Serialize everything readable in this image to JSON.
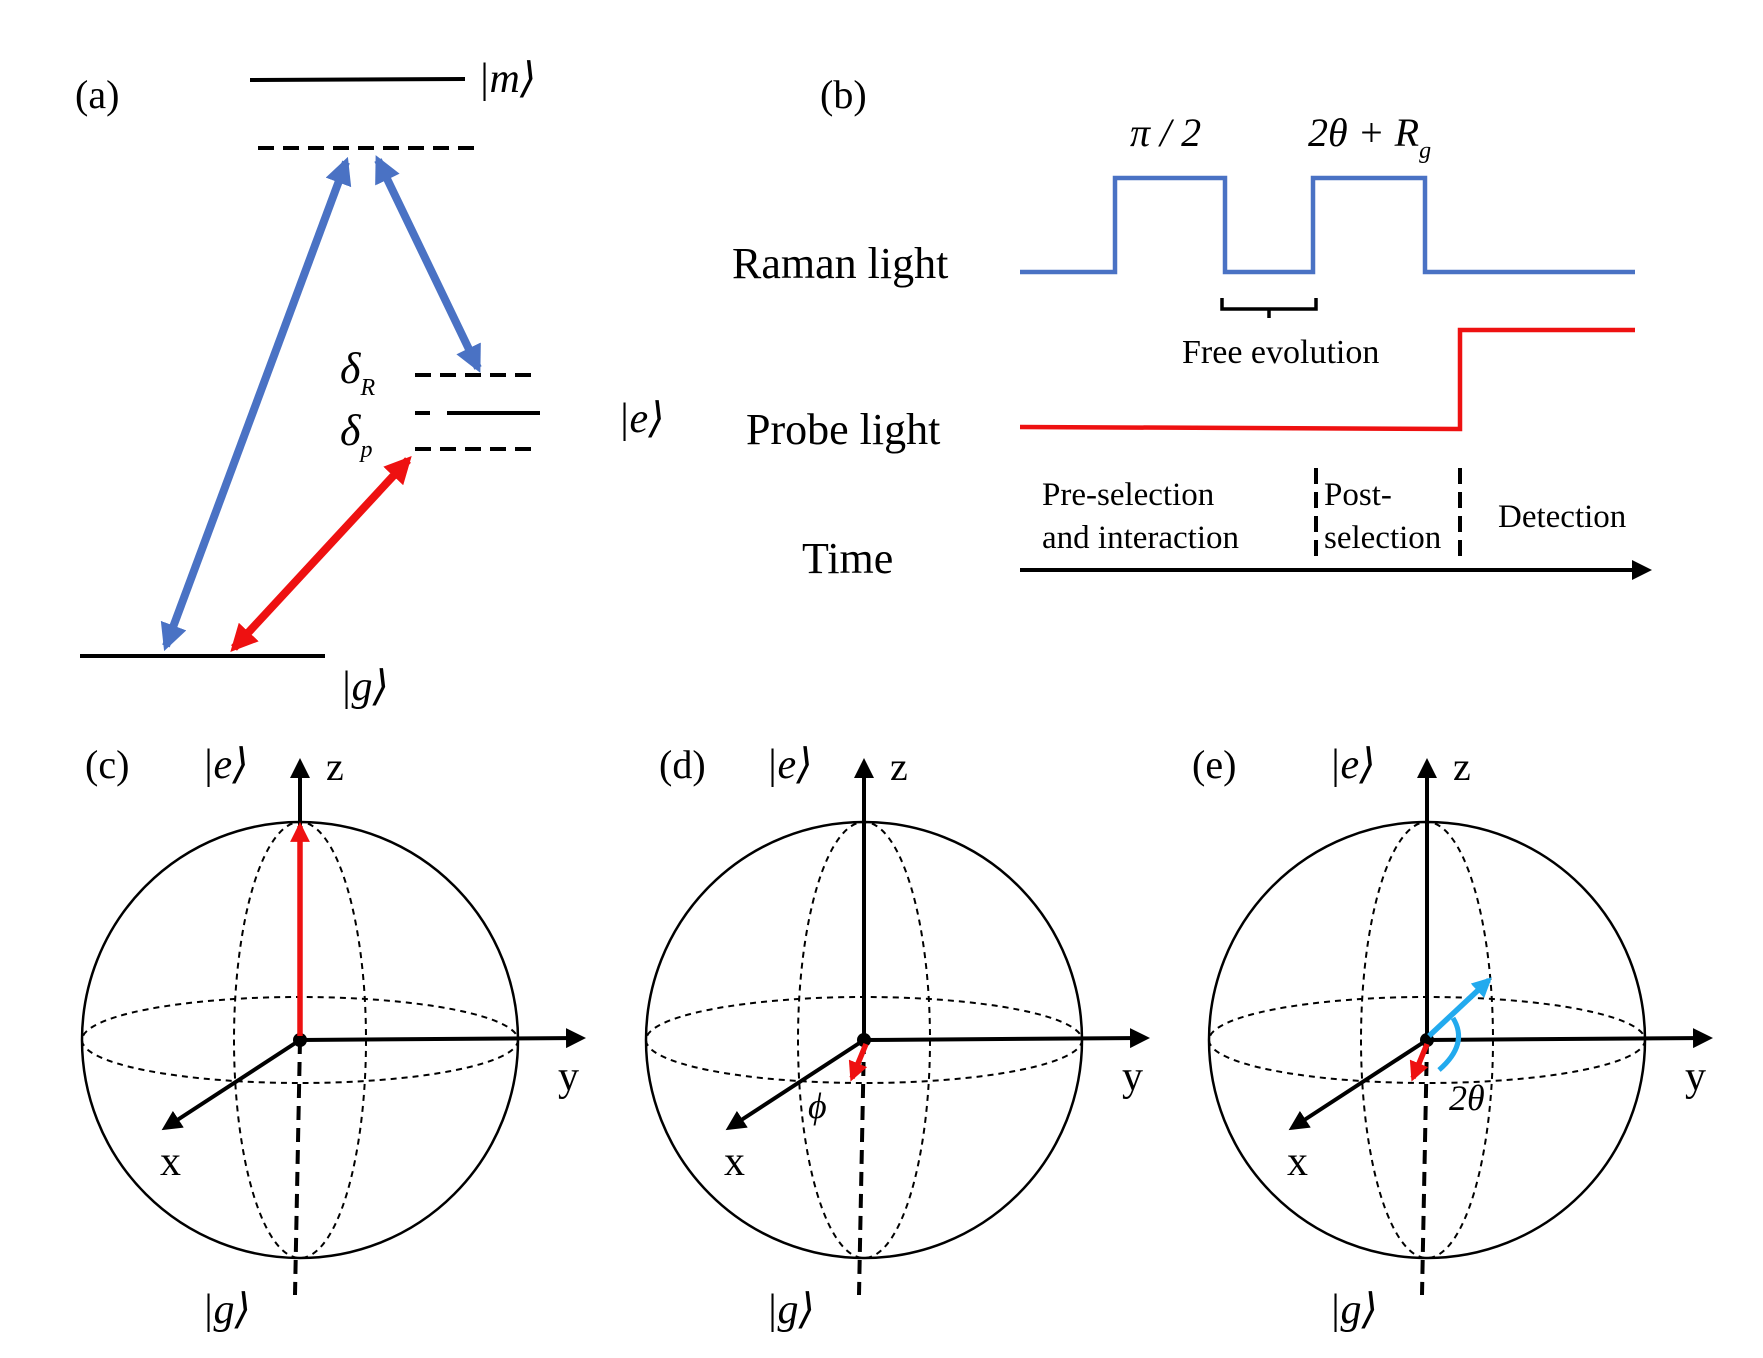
{
  "colors": {
    "blue": "#4a72c4",
    "red": "#ee1111",
    "cyan": "#22aaee",
    "black": "#000000"
  },
  "panel_a": {
    "label": "(a)",
    "state_m": "|m⟩",
    "state_e": "|e⟩",
    "state_g": "|g⟩",
    "delta": "δ",
    "delta_R_sub": "R",
    "delta_p_sub": "p"
  },
  "panel_b": {
    "label": "(b)",
    "pulse1_label": "π / 2",
    "pulse2_label": "2θ + R",
    "pulse2_sub": "g",
    "raman_label": "Raman light",
    "probe_label": "Probe light",
    "time_label": "Time",
    "free_evolution": "Free evolution",
    "phase1_line1": "Pre-selection",
    "phase1_line2": "and interaction",
    "phase2_line1": "Post-",
    "phase2_line2": "selection",
    "phase3": "Detection"
  },
  "bloch": {
    "state_e": "|e⟩",
    "state_g": "|g⟩",
    "axis_x": "x",
    "axis_y": "y",
    "axis_z": "z",
    "panels": [
      {
        "label": "(c)"
      },
      {
        "label": "(d)",
        "angle_label": "ϕ"
      },
      {
        "label": "(e)",
        "angle_label": "2θ"
      }
    ]
  }
}
